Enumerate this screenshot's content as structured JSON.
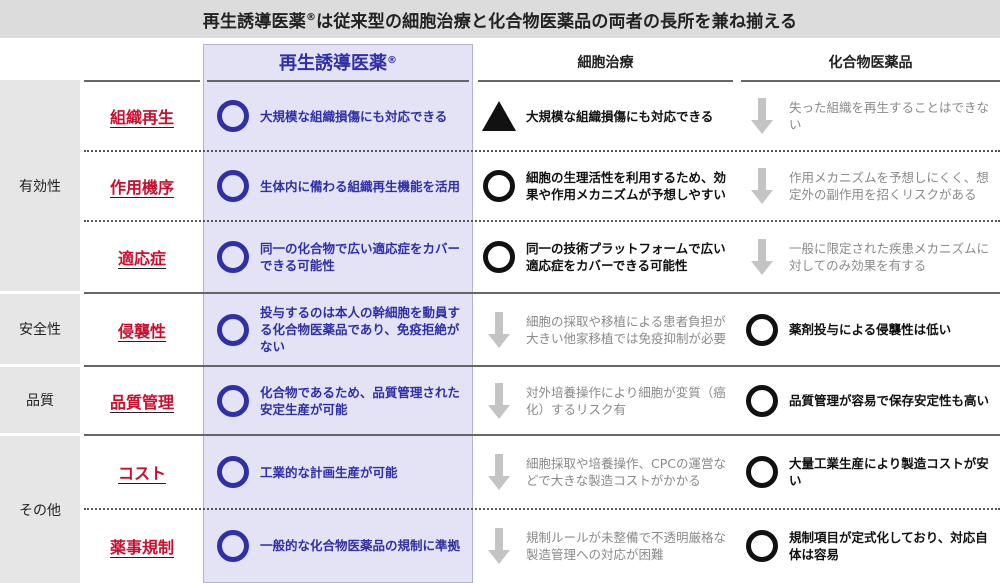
{
  "title": {
    "prefix": "再生誘導医薬",
    "mark": "®",
    "suffix": "は従来型の細胞治療と化合物医薬品の両者の長所を兼ね揃える"
  },
  "columns": {
    "regen": {
      "label": "再生誘導医薬",
      "mark": "®"
    },
    "cell": {
      "label": "細胞治療"
    },
    "compound": {
      "label": "化合物医薬品"
    }
  },
  "categories": [
    "有効性",
    "安全性",
    "品質",
    "その他"
  ],
  "rows": [
    {
      "label": "組織再生",
      "regen": {
        "icon": "blue-ring-icon",
        "text": "大規模な組織損傷にも対応できる"
      },
      "cell": {
        "icon": "triangle-icon",
        "text": "大規模な組織損傷にも対応できる"
      },
      "compound": {
        "icon": "down-arrow-icon",
        "text": "失った組織を再生することはできない"
      }
    },
    {
      "label": "作用機序",
      "regen": {
        "icon": "blue-ring-icon",
        "text": "生体内に備わる組織再生機能を活用"
      },
      "cell": {
        "icon": "black-ring-icon",
        "text": "細胞の生理活性を利用するため、効果や作用メカニズムが予想しやすい"
      },
      "compound": {
        "icon": "down-arrow-icon",
        "text": "作用メカニズムを予想しにくく、想定外の副作用を招くリスクがある"
      }
    },
    {
      "label": "適応症",
      "regen": {
        "icon": "blue-ring-icon",
        "text": "同一の化合物で広い適応症をカバーできる可能性"
      },
      "cell": {
        "icon": "black-ring-icon",
        "text": "同一の技術プラットフォームで広い適応症をカバーできる可能性"
      },
      "compound": {
        "icon": "down-arrow-icon",
        "text": "一般に限定された疾患メカニズムに対してのみ効果を有する"
      }
    },
    {
      "label": "侵襲性",
      "regen": {
        "icon": "blue-ring-icon",
        "text": "投与するのは本人の幹細胞を動員する化合物医薬品であり、免疫拒絶がない"
      },
      "cell": {
        "icon": "down-arrow-icon",
        "text": "細胞の採取や移植による患者負担が大きい他家移植では免疫抑制が必要"
      },
      "compound": {
        "icon": "black-ring-icon",
        "text": "薬剤投与による侵襲性は低い"
      }
    },
    {
      "label": "品質管理",
      "regen": {
        "icon": "blue-ring-icon",
        "text": "化合物であるため、品質管理された安定生産が可能"
      },
      "cell": {
        "icon": "down-arrow-icon",
        "text": "対外培養操作により細胞が変質（癌化）するリスク有"
      },
      "compound": {
        "icon": "black-ring-icon",
        "text": "品質管理が容易で保存安定性も高い"
      }
    },
    {
      "label": "コスト",
      "regen": {
        "icon": "blue-ring-icon",
        "text": "工業的な計画生産が可能"
      },
      "cell": {
        "icon": "down-arrow-icon",
        "text": "細胞採取や培養操作、CPCの運営などで大きな製造コストがかかる"
      },
      "compound": {
        "icon": "black-ring-icon",
        "text": "大量工業生産により製造コストが安い"
      }
    },
    {
      "label": "薬事規制",
      "regen": {
        "icon": "blue-ring-icon",
        "text": "一般的な化合物医薬品の規制に準拠"
      },
      "cell": {
        "icon": "down-arrow-icon",
        "text": "規制ルールが未整備で不透明厳格な製造管理への対応が困難"
      },
      "compound": {
        "icon": "black-ring-icon",
        "text": "規制項目が定式化しており、対応自体は容易"
      }
    }
  ]
}
